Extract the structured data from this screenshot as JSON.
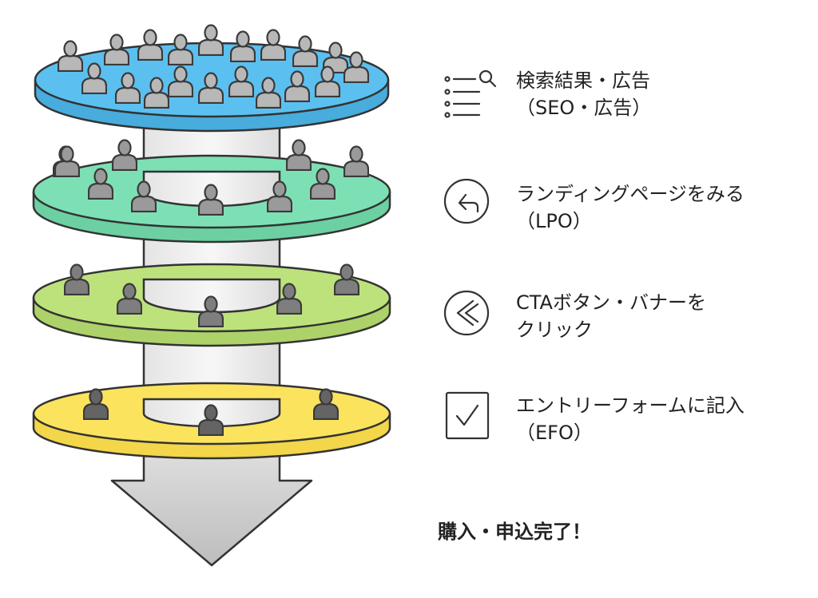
{
  "steps": [
    {
      "icon": "search-list-icon",
      "line1": "検索結果・広告",
      "line2": "（SEO・広告）",
      "color": "#5bc0f0",
      "people": 20
    },
    {
      "icon": "back-arrow-icon",
      "line1": "ランディングページをみる",
      "line2": "（LPO）",
      "color": "#7de0b4",
      "people": 12
    },
    {
      "icon": "chevron-left-icon",
      "line1": "CTAボタン・バナーを",
      "line2": "クリック",
      "color": "#bde27c",
      "people": 6
    },
    {
      "icon": "checkbox-icon",
      "line1": "エントリーフォームに記入",
      "line2": "（EFO）",
      "color": "#fbe35e",
      "people": 3
    }
  ],
  "final": {
    "label": "購入・申込完了！"
  }
}
